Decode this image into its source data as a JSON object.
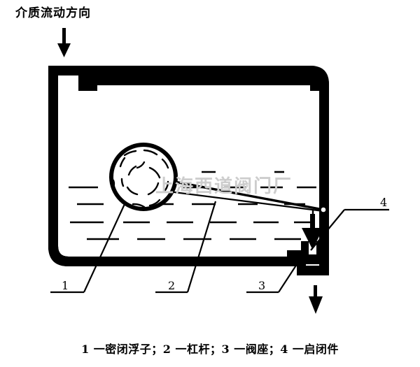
{
  "figure": {
    "title": "介质流动方向",
    "caption": "1 一密闭浮子；2 一杠杆；3 一阀座；4 一启闭件",
    "watermark": "上海西道阀门厂",
    "colors": {
      "ink": "#000000",
      "background": "#ffffff",
      "watermark": "#cdcdcd"
    },
    "callouts": [
      {
        "id": "1",
        "label": "1",
        "refers_to": "密闭浮子"
      },
      {
        "id": "2",
        "label": "2",
        "refers_to": "杠杆"
      },
      {
        "id": "3",
        "label": "3",
        "refers_to": "阀座"
      },
      {
        "id": "4",
        "label": "4",
        "refers_to": "启闭件"
      }
    ],
    "parts": {
      "inlet_arrow": "inlet-flow-arrow",
      "outlet_arrow": "outlet-flow-arrow",
      "float": "sealed-float-ball",
      "lever": "lever-arm",
      "valve_seat": "valve-seat-cup",
      "valve_plug": "opening-closing-element",
      "body": "valve-body-shell",
      "liquid": "liquid-level-hatching"
    }
  }
}
